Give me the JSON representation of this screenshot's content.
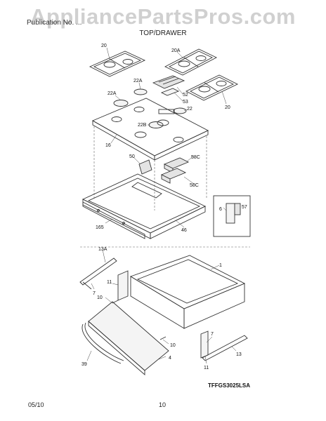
{
  "watermark": "AppliancePartsPros.com",
  "header_line": "Publication No. ...",
  "section_title": "TOP/DRAWER",
  "model_code": "TFFGS3025LSA",
  "footer": {
    "date": "05/10",
    "page": "10"
  },
  "callouts": {
    "c20a": "20",
    "c20b": "20A",
    "c20c": "20",
    "c22a1": "22A",
    "c22a2": "22A",
    "c52": "52",
    "c53": "53",
    "c22": "22",
    "c22b": "22B",
    "c16": "16",
    "c50": "50",
    "c58c1": "58C",
    "c58c2": "58C",
    "c165": "165",
    "c46": "46",
    "c6": "6",
    "c57": "57",
    "c13a": "13A",
    "c11a": "11",
    "c1": "1",
    "c7a": "7",
    "c10a": "10",
    "c39": "39",
    "c10b": "10",
    "c4": "4",
    "c7b": "7",
    "c11b": "11",
    "c13": "13"
  }
}
